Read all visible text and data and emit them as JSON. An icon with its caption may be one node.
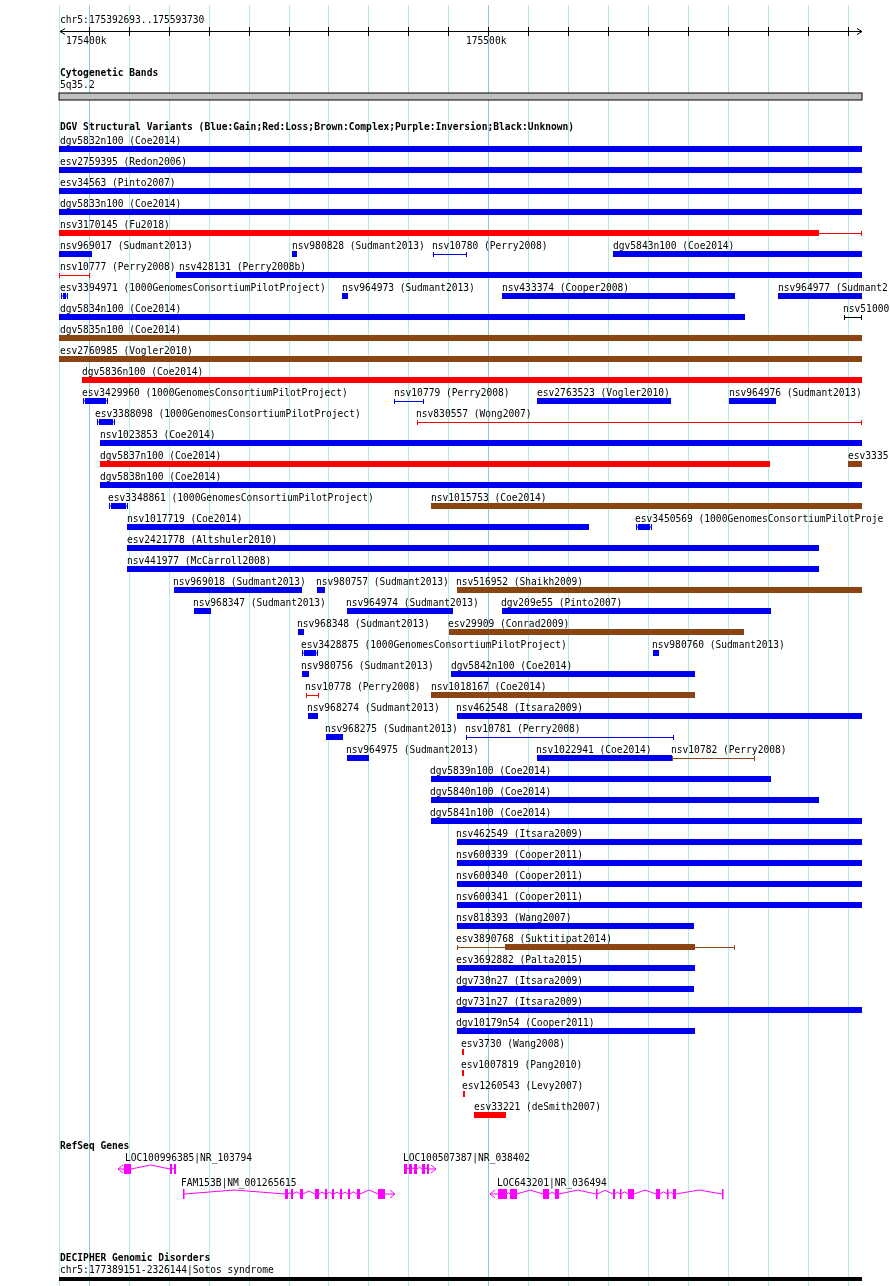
{
  "diagram": {
    "labels": [
      "chr5:175392693..175593730",
      "175400k",
      "175500k",
      "Cytogenetic Bands",
      "5q35.2",
      "DGV Structural Variants (Blue:Gain;Red:Loss;Brown:Complex;Purple:Inversion;Black:Unknown)",
      "dgv5832n100 (Coe2014)",
      "esv2759395 (Redon2006)",
      "esv34563 (Pinto2007)",
      "dgv5833n100 (Coe2014)",
      "nsv3170145 (Fu2018)",
      "nsv969017 (Sudmant2013)",
      "nsv980828 (Sudmant2013)",
      "nsv10780 (Perry2008)",
      "dgv5843n100 (Coe2014)",
      "nsv10777 (Perry2008)",
      "nsv428131 (Perry2008b)",
      "esv3394971 (1000GenomesConsortiumPilotProject)",
      "nsv964973 (Sudmant2013)",
      "nsv433374 (Cooper2008)",
      "nsv964977 (Sudmant2",
      "dgv5834n100 (Coe2014)",
      "nsv51000",
      "dgv5835n100 (Coe2014)",
      "esv2760985 (Vogler2010)",
      "dgv5836n100 (Coe2014)",
      "esv3429960 (1000GenomesConsortiumPilotProject)",
      "nsv10779 (Perry2008)",
      "esv2763523 (Vogler2010)",
      "nsv964976 (Sudmant2013)",
      "esv3388098 (1000GenomesConsortiumPilotProject)",
      "nsv830557 (Wong2007)",
      "nsv1023853 (Coe2014)",
      "dgv5837n100 (Coe2014)",
      "esv3335",
      "dgv5838n100 (Coe2014)",
      "esv3348861 (1000GenomesConsortiumPilotProject)",
      "nsv1015753 (Coe2014)",
      "nsv1017719 (Coe2014)",
      "esv3450569 (1000GenomesConsortiumPilotProje",
      "esv2421778 (Altshuler2010)",
      "nsv441977 (McCarroll2008)",
      "nsv969018 (Sudmant2013)",
      "nsv980757 (Sudmant2013)",
      "nsv516952 (Shaikh2009)",
      "nsv968347 (Sudmant2013)",
      "nsv964974 (Sudmant2013)",
      "dgv209e55 (Pinto2007)",
      "nsv968348 (Sudmant2013)",
      "esv29909 (Conrad2009)",
      "esv3428875 (1000GenomesConsortiumPilotProject)",
      "nsv980760 (Sudmant2013)",
      "nsv980756 (Sudmant2013)",
      "dgv5842n100 (Coe2014)",
      "nsv10778 (Perry2008)",
      "nsv1018167 (Coe2014)",
      "nsv968274 (Sudmant2013)",
      "nsv462548 (Itsara2009)",
      "nsv968275 (Sudmant2013)",
      "nsv10781 (Perry2008)",
      "nsv964975 (Sudmant2013)",
      "nsv1022941 (Coe2014)",
      "nsv10782 (Perry2008)",
      "dgv5839n100 (Coe2014)",
      "dgv5840n100 (Coe2014)",
      "dgv5841n100 (Coe2014)",
      "nsv462549 (Itsara2009)",
      "nsv600339 (Cooper2011)",
      "nsv600340 (Cooper2011)",
      "nsv600341 (Cooper2011)",
      "nsv818393 (Wang2007)",
      "esv3890768 (Suktitipat2014)",
      "esv3692882 (Palta2015)",
      "dgv730n27 (Itsara2009)",
      "dgv731n27 (Itsara2009)",
      "dgv10179n54 (Cooper2011)",
      "esv3730 (Wang2008)",
      "esv1007819 (Pang2010)",
      "esv1260543 (Levy2007)",
      "esv33221 (deSmith2007)",
      "RefSeq Genes",
      "LOC100996385|NR_103794",
      "LOC100507387|NR_038402",
      "FAM153B|NM_001265615",
      "LOC643201|NR_036494",
      "DECIPHER Genomic Disorders",
      "chr5:177389151-2326144|Sotos syndrome"
    ]
  }
}
